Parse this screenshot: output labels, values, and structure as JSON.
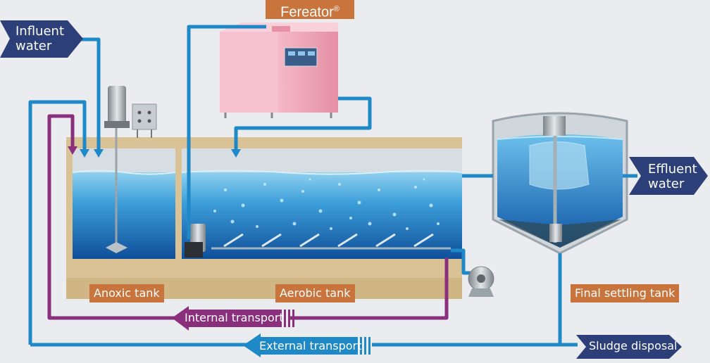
{
  "brand": {
    "name": "Fereator",
    "mark": "®"
  },
  "inputs": {
    "influent_line1": "Influent",
    "influent_line2": "water"
  },
  "outputs": {
    "effluent_line1": "Effluent",
    "effluent_line2": "water",
    "sludge": "Sludge disposal"
  },
  "tanks": {
    "anoxic": "Anoxic tank",
    "aerobic": "Aerobic tank",
    "settling": "Final settling tank"
  },
  "flows": {
    "internal": "Internal transport",
    "external": "External transport"
  },
  "colors": {
    "pipe_blue": "#1f88c7",
    "pipe_purple": "#8a2f7c",
    "navy_arrow": "#2c3f78",
    "orange_label": "#c8743c",
    "water_top": "#8fd0ef",
    "water_bottom": "#0f4f9a",
    "soil": "#d9c396"
  },
  "icons": [
    "mixer-icon",
    "control-box-icon",
    "aerator-unit-icon",
    "submersible-pump-icon",
    "return-pump-icon",
    "clarifier-scraper-icon"
  ]
}
